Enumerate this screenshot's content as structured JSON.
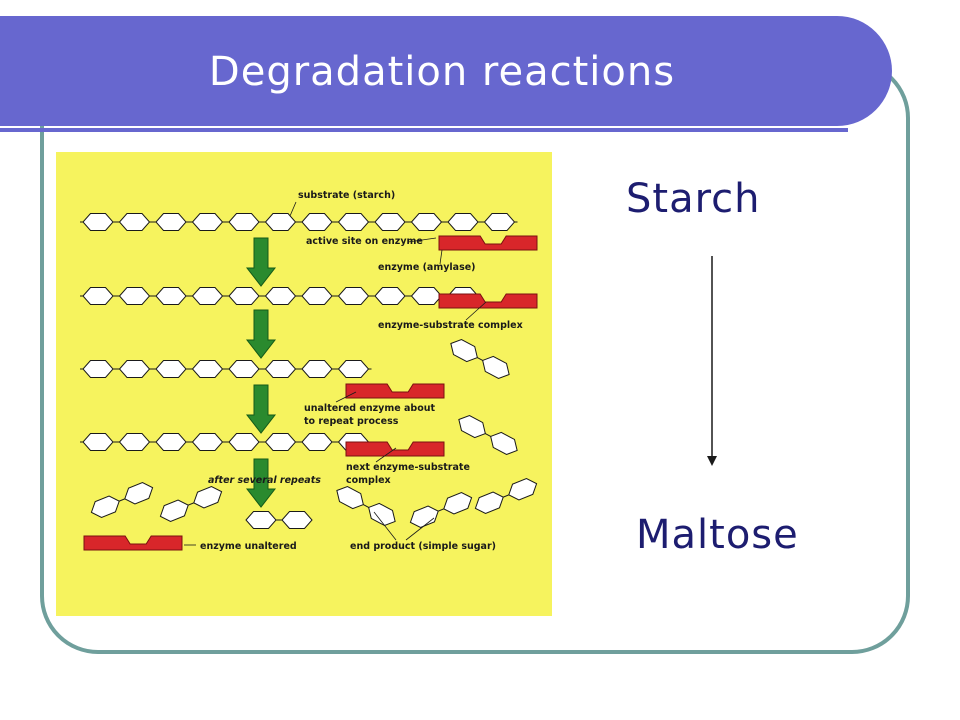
{
  "title": "Degradation reactions",
  "side": {
    "top_label": "Starch",
    "bottom_label": "Maltose"
  },
  "figure": {
    "labels": {
      "substrate": "substrate (starch)",
      "active_site": "active site on enzyme",
      "enzyme": "enzyme (amylase)",
      "complex": "enzyme-substrate complex",
      "unaltered_1": "unaltered enzyme about",
      "unaltered_2": "to repeat process",
      "next_1": "next enzyme-substrate",
      "next_2": "complex",
      "after": "after several repeats",
      "enzyme_unaltered": "enzyme unaltered",
      "end_product": "end product (simple sugar)"
    }
  },
  "colors": {
    "title_bar": "#6767cf",
    "frame": "#6f9f9c",
    "figure_bg": "#f6f35e",
    "enzyme": "#d8262a",
    "arrow_green": "#2a8a2e",
    "text": "#1d1d70"
  }
}
